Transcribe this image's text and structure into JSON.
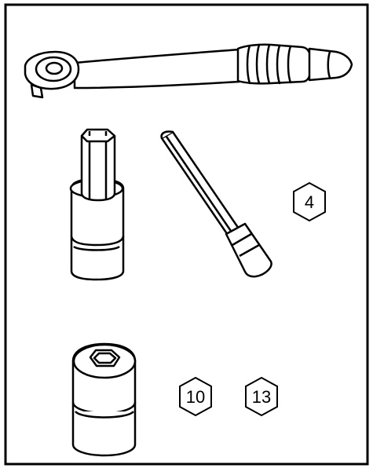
{
  "colors": {
    "line": "#000000",
    "background": "#ffffff"
  },
  "tools": [
    {
      "name": "ratchet",
      "icon": "ratchet-wrench-icon"
    },
    {
      "name": "hex-bit-socket",
      "icon": "hex-bit-socket-icon"
    },
    {
      "name": "hex-key-extension",
      "icon": "long-hex-bit-icon"
    },
    {
      "name": "hex-socket",
      "icon": "hex-socket-icon"
    }
  ],
  "size_labels": {
    "bit_size": "4",
    "socket_size_a": "10",
    "socket_size_b": "13"
  }
}
